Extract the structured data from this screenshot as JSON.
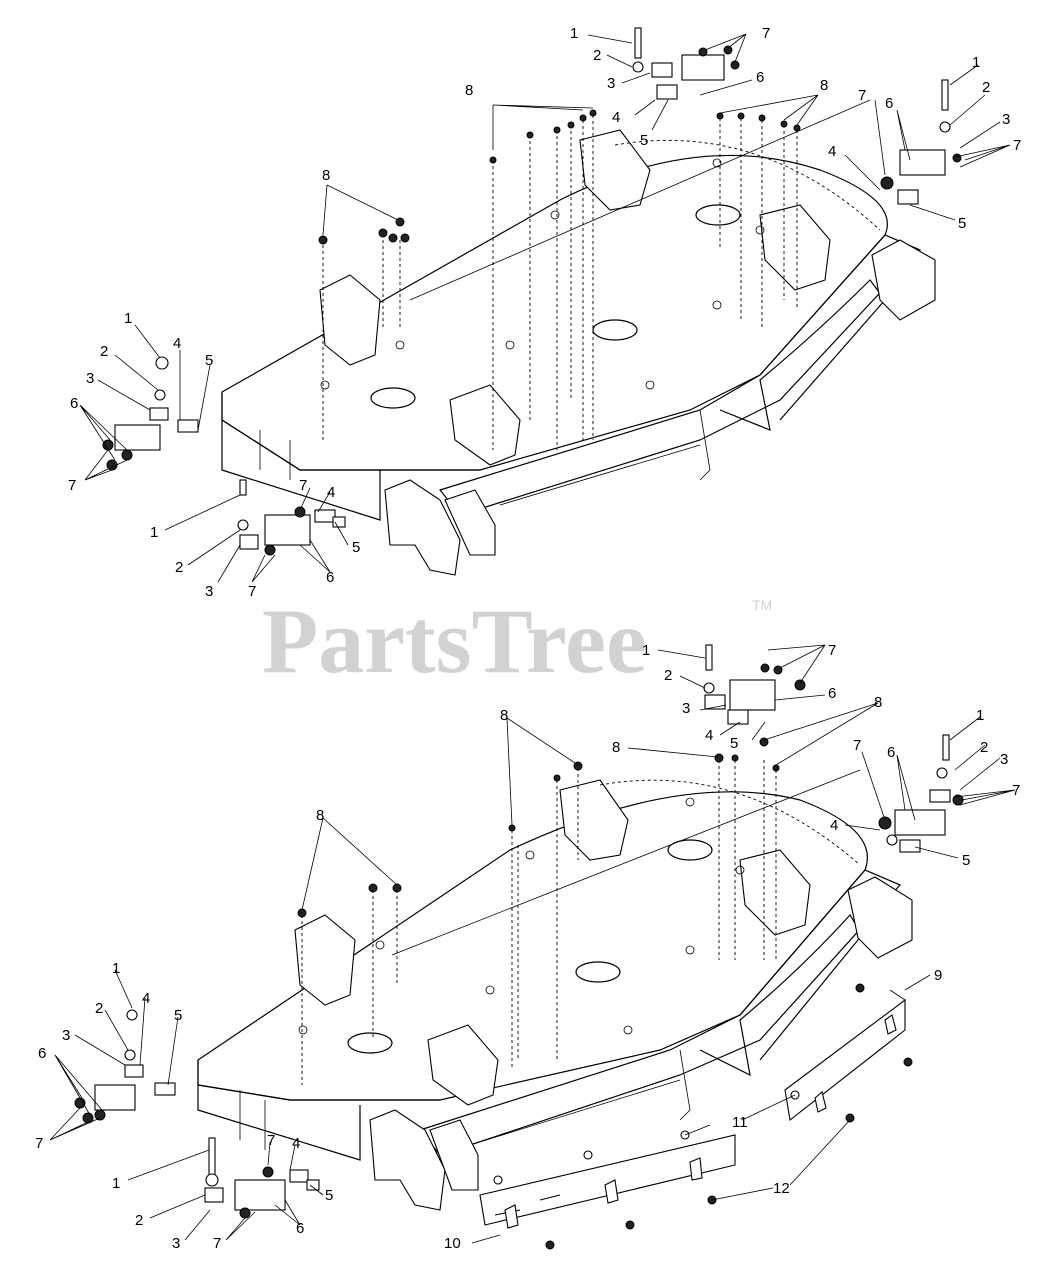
{
  "watermark": {
    "brand": "PartsTree",
    "trademark": "TM"
  },
  "callouts": [
    "1",
    "2",
    "3",
    "4",
    "5",
    "6",
    "7",
    "8",
    "9",
    "10",
    "11",
    "12"
  ]
}
